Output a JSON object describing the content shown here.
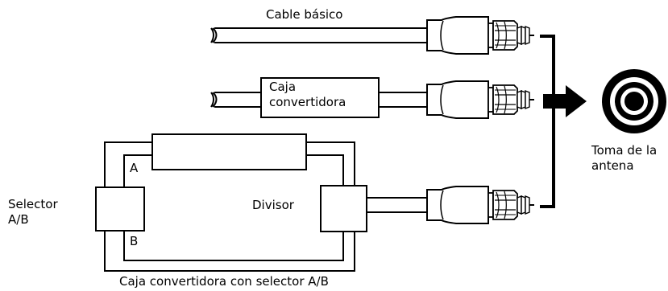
{
  "labels": {
    "basic_cable": "Cable básico",
    "converter_box_line1": "Caja",
    "converter_box_line2": "convertidora",
    "antenna_jack_line1": "Toma de la",
    "antenna_jack_line2": "antena",
    "selector_line1": "Selector",
    "selector_line2": "A/B",
    "splitter": "Divisor",
    "port_a": "A",
    "port_b": "B",
    "converter_with_selector": "Caja convertidora con selector A/B"
  }
}
